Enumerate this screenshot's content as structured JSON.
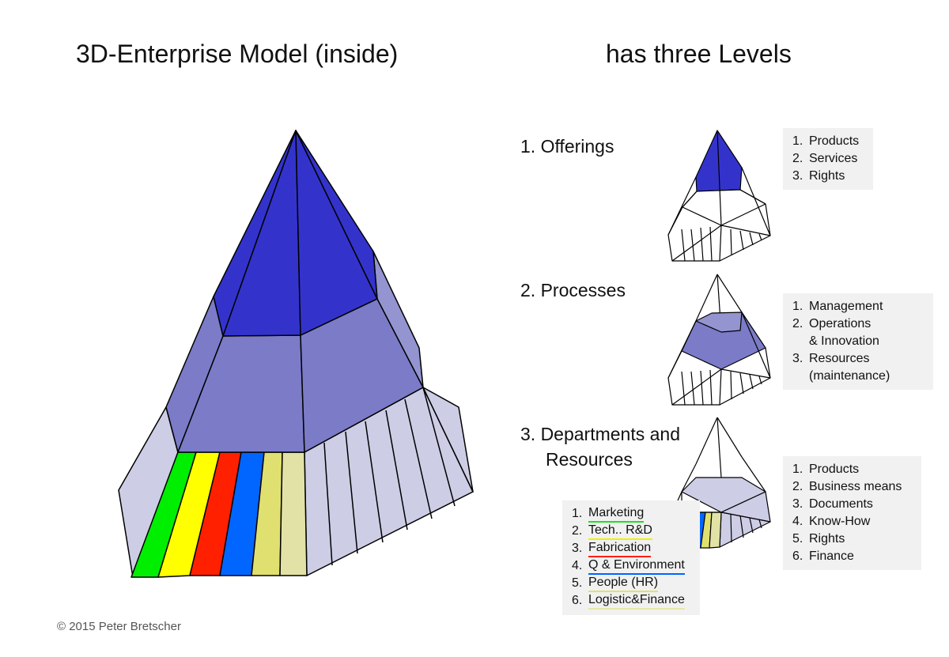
{
  "title_left": "3D-Enterprise Model (inside)",
  "title_right": "has three Levels",
  "levels": {
    "offerings": "1. Offerings",
    "processes": "2. Processes",
    "departments_line1": "3. Departments and",
    "departments_line2": "Resources"
  },
  "offerings_list": [
    {
      "num": "1.",
      "text": "Products"
    },
    {
      "num": "2.",
      "text": "Services"
    },
    {
      "num": "3.",
      "text": "Rights"
    }
  ],
  "processes_list": [
    {
      "num": "1.",
      "text": "Management"
    },
    {
      "num": "2.",
      "text": "Operations"
    },
    {
      "num": "",
      "text": "& Innovation"
    },
    {
      "num": "3.",
      "text": "Resources"
    },
    {
      "num": "",
      "text": "(maintenance)"
    }
  ],
  "resources_list": [
    {
      "num": "1.",
      "text": "Products"
    },
    {
      "num": "2.",
      "text": "Business means"
    },
    {
      "num": "3.",
      "text": "Documents"
    },
    {
      "num": "4.",
      "text": "Know-How"
    },
    {
      "num": "5.",
      "text": "Rights"
    },
    {
      "num": "6.",
      "text": "Finance"
    }
  ],
  "departments_list": [
    {
      "num": "1.",
      "text": "Marketing",
      "color": "#22dd22"
    },
    {
      "num": "2.",
      "text": "Tech.. R&D",
      "color": "#f0f000"
    },
    {
      "num": "3.",
      "text": "Fabrication",
      "color": "#ff2010"
    },
    {
      "num": "4.",
      "text": "Q & Environment",
      "color": "#0066ff"
    },
    {
      "num": "5.",
      "text": "People (HR)",
      "color": "#e0e070"
    },
    {
      "num": "6.",
      "text": "Logistic&Finance",
      "color": "#e6e6a8"
    }
  ],
  "colors": {
    "offering_blue": "#3333cc",
    "process_purple": "#7b7bc8",
    "resource_lavender": "#cdcde6",
    "stripe_green": "#00ee00",
    "stripe_yellow": "#ffff00",
    "stripe_red": "#ff2000",
    "stripe_blue": "#0066ff",
    "stripe_olive": "#e0e070",
    "stripe_pale": "#e2e2a6"
  },
  "copyright": "© 2015 Peter Bretscher"
}
